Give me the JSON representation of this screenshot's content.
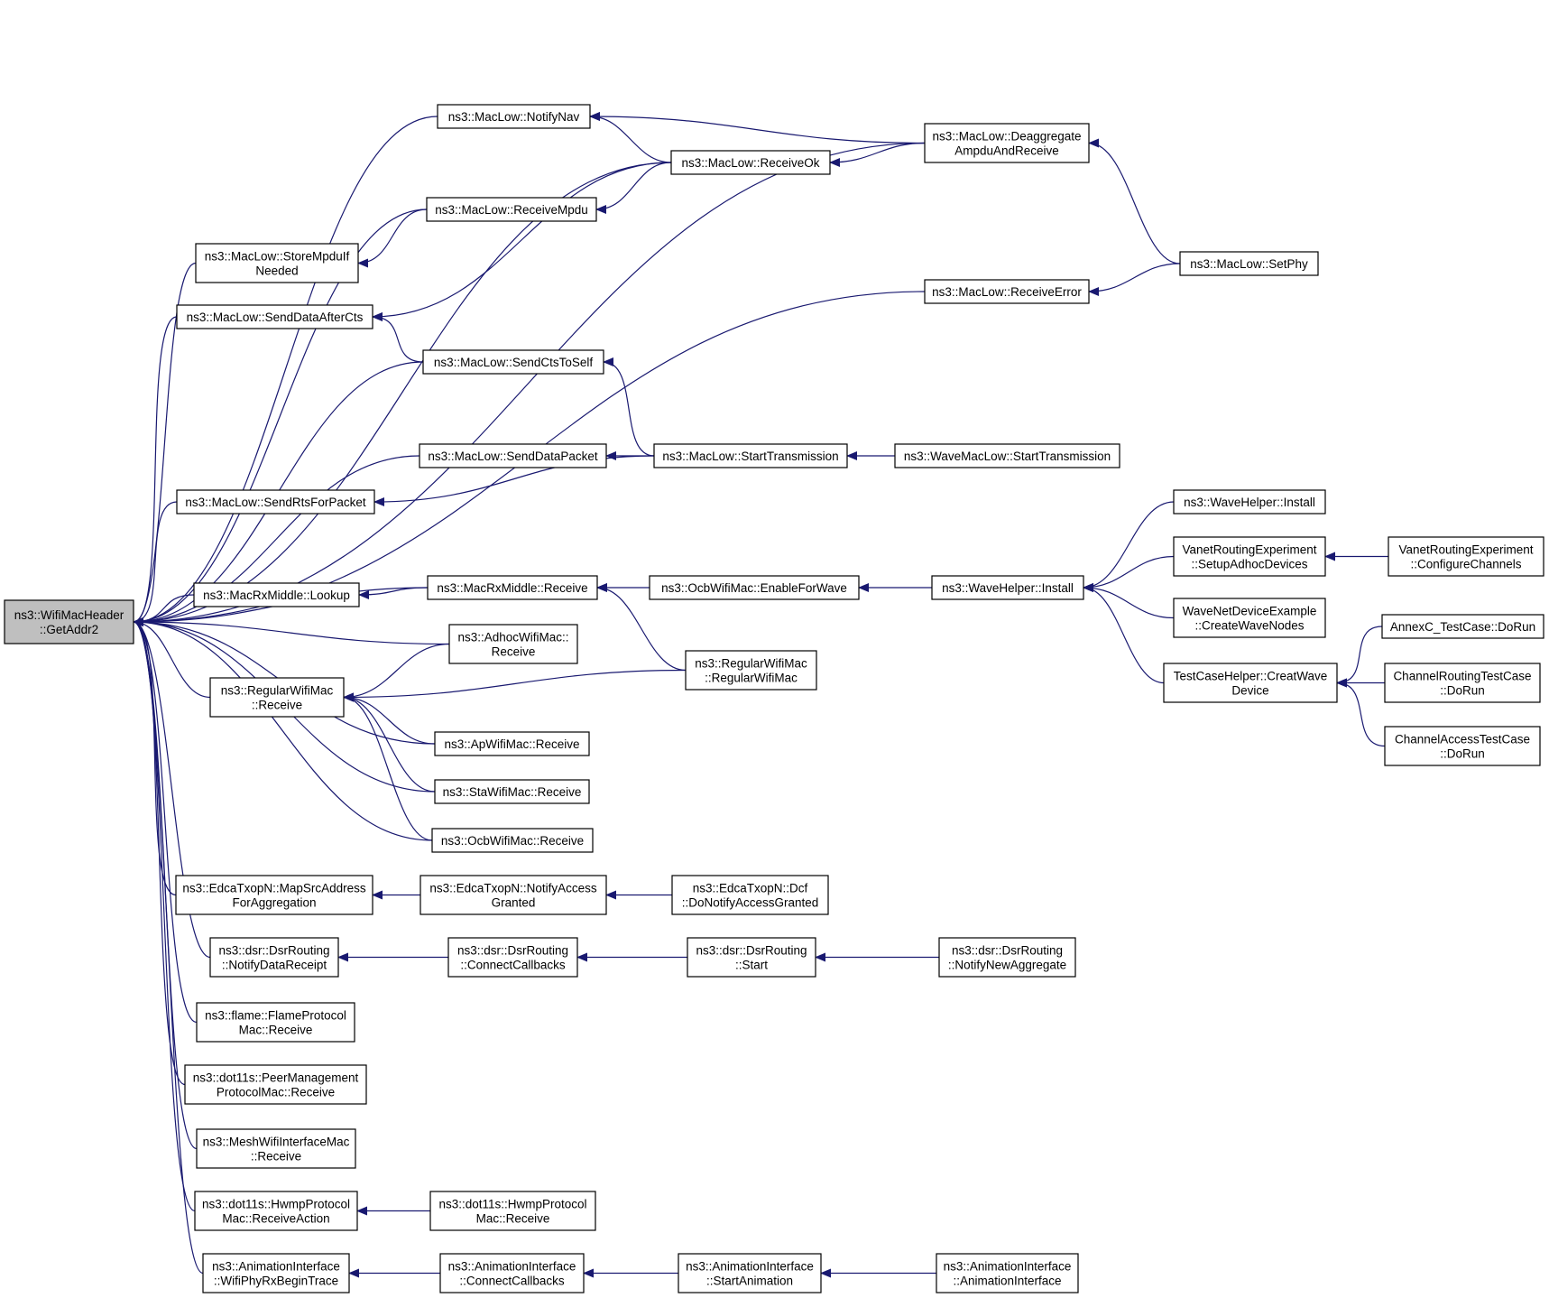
{
  "graph": {
    "edge_color": "#191970",
    "root_fill": "#bfbfbf",
    "nodes": [
      {
        "id": "root",
        "lines": [
          "ns3::WifiMacHeader",
          "::GetAddr2"
        ],
        "root": true
      },
      {
        "id": "notifynav",
        "lines": [
          "ns3::MacLow::NotifyNav"
        ]
      },
      {
        "id": "deaggr",
        "lines": [
          "ns3::MacLow::Deaggregate",
          "AmpduAndReceive"
        ]
      },
      {
        "id": "receiveok",
        "lines": [
          "ns3::MacLow::ReceiveOk"
        ]
      },
      {
        "id": "receivempdu",
        "lines": [
          "ns3::MacLow::ReceiveMpdu"
        ]
      },
      {
        "id": "storempdu",
        "lines": [
          "ns3::MacLow::StoreMpduIf",
          "Needed"
        ]
      },
      {
        "id": "setphy",
        "lines": [
          "ns3::MacLow::SetPhy"
        ]
      },
      {
        "id": "receiveerror",
        "lines": [
          "ns3::MacLow::ReceiveError"
        ]
      },
      {
        "id": "senddataaftercts",
        "lines": [
          "ns3::MacLow::SendDataAfterCts"
        ]
      },
      {
        "id": "sendctstoself",
        "lines": [
          "ns3::MacLow::SendCtsToSelf"
        ]
      },
      {
        "id": "senddatapacket",
        "lines": [
          "ns3::MacLow::SendDataPacket"
        ]
      },
      {
        "id": "starttransmission",
        "lines": [
          "ns3::MacLow::StartTransmission"
        ]
      },
      {
        "id": "wavestarttx",
        "lines": [
          "ns3::WaveMacLow::StartTransmission"
        ]
      },
      {
        "id": "sendrts",
        "lines": [
          "ns3::MacLow::SendRtsForPacket"
        ]
      },
      {
        "id": "wavehelperinstall2",
        "lines": [
          "ns3::WaveHelper::Install"
        ]
      },
      {
        "id": "vanetsetup",
        "lines": [
          "VanetRoutingExperiment",
          "::SetupAdhocDevices"
        ]
      },
      {
        "id": "vanetconfig",
        "lines": [
          "VanetRoutingExperiment",
          "::ConfigureChannels"
        ]
      },
      {
        "id": "rxmiddlelookup",
        "lines": [
          "ns3::MacRxMiddle::Lookup"
        ]
      },
      {
        "id": "rxmiddlereceive",
        "lines": [
          "ns3::MacRxMiddle::Receive"
        ]
      },
      {
        "id": "ocbenable",
        "lines": [
          "ns3::OcbWifiMac::EnableForWave"
        ]
      },
      {
        "id": "wavehelperinstall",
        "lines": [
          "ns3::WaveHelper::Install"
        ]
      },
      {
        "id": "wavenetdevice",
        "lines": [
          "WaveNetDeviceExample",
          "::CreateWaveNodes"
        ]
      },
      {
        "id": "annexc",
        "lines": [
          "AnnexC_TestCase::DoRun"
        ]
      },
      {
        "id": "adhocreceive",
        "lines": [
          "ns3::AdhocWifiMac::",
          "Receive"
        ]
      },
      {
        "id": "testcasehelper",
        "lines": [
          "TestCaseHelper::CreatWave",
          "Device"
        ]
      },
      {
        "id": "channelrouting",
        "lines": [
          "ChannelRoutingTestCase",
          "::DoRun"
        ]
      },
      {
        "id": "regularreceive",
        "lines": [
          "ns3::RegularWifiMac",
          "::Receive"
        ]
      },
      {
        "id": "regularctor",
        "lines": [
          "ns3::RegularWifiMac",
          "::RegularWifiMac"
        ]
      },
      {
        "id": "channelaccess",
        "lines": [
          "ChannelAccessTestCase",
          "::DoRun"
        ]
      },
      {
        "id": "apreceive",
        "lines": [
          "ns3::ApWifiMac::Receive"
        ]
      },
      {
        "id": "stareceive",
        "lines": [
          "ns3::StaWifiMac::Receive"
        ]
      },
      {
        "id": "ocbreceive",
        "lines": [
          "ns3::OcbWifiMac::Receive"
        ]
      },
      {
        "id": "mapsrc",
        "lines": [
          "ns3::EdcaTxopN::MapSrcAddress",
          "ForAggregation"
        ]
      },
      {
        "id": "notifyaccess",
        "lines": [
          "ns3::EdcaTxopN::NotifyAccess",
          "Granted"
        ]
      },
      {
        "id": "dcfnotify",
        "lines": [
          "ns3::EdcaTxopN::Dcf",
          "::DoNotifyAccessGranted"
        ]
      },
      {
        "id": "dsrnotify",
        "lines": [
          "ns3::dsr::DsrRouting",
          "::NotifyDataReceipt"
        ]
      },
      {
        "id": "dsrconnect",
        "lines": [
          "ns3::dsr::DsrRouting",
          "::ConnectCallbacks"
        ]
      },
      {
        "id": "dsrstart",
        "lines": [
          "ns3::dsr::DsrRouting",
          "::Start"
        ]
      },
      {
        "id": "dsrnewaggr",
        "lines": [
          "ns3::dsr::DsrRouting",
          "::NotifyNewAggregate"
        ]
      },
      {
        "id": "flame",
        "lines": [
          "ns3::flame::FlameProtocol",
          "Mac::Receive"
        ]
      },
      {
        "id": "peermgmt",
        "lines": [
          "ns3::dot11s::PeerManagement",
          "ProtocolMac::Receive"
        ]
      },
      {
        "id": "meshwifi",
        "lines": [
          "ns3::MeshWifiInterfaceMac",
          "::Receive"
        ]
      },
      {
        "id": "hwmpaction",
        "lines": [
          "ns3::dot11s::HwmpProtocol",
          "Mac::ReceiveAction"
        ]
      },
      {
        "id": "hwmpreceive",
        "lines": [
          "ns3::dot11s::HwmpProtocol",
          "Mac::Receive"
        ]
      },
      {
        "id": "animphyrx",
        "lines": [
          "ns3::AnimationInterface",
          "::WifiPhyRxBeginTrace"
        ]
      },
      {
        "id": "animconnect",
        "lines": [
          "ns3::AnimationInterface",
          "::ConnectCallbacks"
        ]
      },
      {
        "id": "animstart",
        "lines": [
          "ns3::AnimationInterface",
          "::StartAnimation"
        ]
      },
      {
        "id": "animctor",
        "lines": [
          "ns3::AnimationInterface",
          "::AnimationInterface"
        ]
      }
    ],
    "edges": [
      {
        "from": "notifynav",
        "to": "root"
      },
      {
        "from": "deaggr",
        "to": "root"
      },
      {
        "from": "deaggr",
        "to": "notifynav"
      },
      {
        "from": "deaggr",
        "to": "receiveok"
      },
      {
        "from": "receiveok",
        "to": "root"
      },
      {
        "from": "receiveok",
        "to": "notifynav"
      },
      {
        "from": "receiveok",
        "to": "receivempdu"
      },
      {
        "from": "receivempdu",
        "to": "root"
      },
      {
        "from": "receivempdu",
        "to": "storempdu"
      },
      {
        "from": "storempdu",
        "to": "root"
      },
      {
        "from": "setphy",
        "to": "deaggr"
      },
      {
        "from": "setphy",
        "to": "receiveerror"
      },
      {
        "from": "receiveerror",
        "to": "root"
      },
      {
        "from": "senddataaftercts",
        "to": "root"
      },
      {
        "from": "receiveok",
        "to": "senddataaftercts"
      },
      {
        "from": "sendctstoself",
        "to": "senddataaftercts"
      },
      {
        "from": "sendctstoself",
        "to": "root"
      },
      {
        "from": "starttransmission",
        "to": "sendctstoself"
      },
      {
        "from": "senddatapacket",
        "to": "root"
      },
      {
        "from": "starttransmission",
        "to": "senddatapacket"
      },
      {
        "from": "wavestarttx",
        "to": "starttransmission"
      },
      {
        "from": "starttransmission",
        "to": "sendrts"
      },
      {
        "from": "sendrts",
        "to": "root"
      },
      {
        "from": "rxmiddlelookup",
        "to": "root"
      },
      {
        "from": "rxmiddlereceive",
        "to": "root"
      },
      {
        "from": "rxmiddlereceive",
        "to": "rxmiddlelookup"
      },
      {
        "from": "ocbenable",
        "to": "rxmiddlereceive"
      },
      {
        "from": "regularctor",
        "to": "rxmiddlereceive"
      },
      {
        "from": "wavehelperinstall",
        "to": "ocbenable"
      },
      {
        "from": "wavehelperinstall2",
        "to": "wavehelperinstall"
      },
      {
        "from": "vanetsetup",
        "to": "wavehelperinstall"
      },
      {
        "from": "wavenetdevice",
        "to": "wavehelperinstall"
      },
      {
        "from": "testcasehelper",
        "to": "wavehelperinstall"
      },
      {
        "from": "vanetconfig",
        "to": "vanetsetup"
      },
      {
        "from": "annexc",
        "to": "testcasehelper"
      },
      {
        "from": "channelrouting",
        "to": "testcasehelper"
      },
      {
        "from": "channelaccess",
        "to": "testcasehelper"
      },
      {
        "from": "adhocreceive",
        "to": "root"
      },
      {
        "from": "regularreceive",
        "to": "root"
      },
      {
        "from": "adhocreceive",
        "to": "regularreceive"
      },
      {
        "from": "regularctor",
        "to": "regularreceive"
      },
      {
        "from": "apreceive",
        "to": "regularreceive"
      },
      {
        "from": "stareceive",
        "to": "regularreceive"
      },
      {
        "from": "ocbreceive",
        "to": "regularreceive"
      },
      {
        "from": "apreceive",
        "to": "root"
      },
      {
        "from": "stareceive",
        "to": "root"
      },
      {
        "from": "ocbreceive",
        "to": "root"
      },
      {
        "from": "mapsrc",
        "to": "root"
      },
      {
        "from": "notifyaccess",
        "to": "mapsrc"
      },
      {
        "from": "dcfnotify",
        "to": "notifyaccess"
      },
      {
        "from": "dsrnotify",
        "to": "root"
      },
      {
        "from": "dsrconnect",
        "to": "dsrnotify"
      },
      {
        "from": "dsrstart",
        "to": "dsrconnect"
      },
      {
        "from": "dsrnewaggr",
        "to": "dsrstart"
      },
      {
        "from": "flame",
        "to": "root"
      },
      {
        "from": "peermgmt",
        "to": "root"
      },
      {
        "from": "meshwifi",
        "to": "root"
      },
      {
        "from": "hwmpaction",
        "to": "root"
      },
      {
        "from": "hwmpreceive",
        "to": "hwmpaction"
      },
      {
        "from": "animphyrx",
        "to": "root"
      },
      {
        "from": "animconnect",
        "to": "animphyrx"
      },
      {
        "from": "animstart",
        "to": "animconnect"
      },
      {
        "from": "animctor",
        "to": "animstart"
      }
    ]
  }
}
